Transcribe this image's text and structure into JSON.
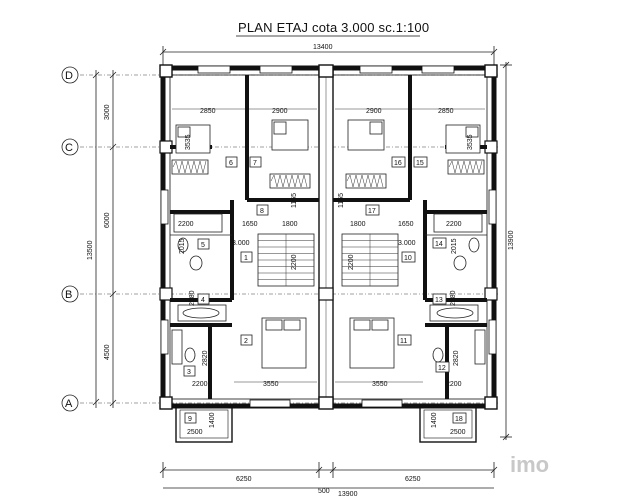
{
  "title": "PLAN ETAJ cota 3.000  sc.1:100",
  "axes": [
    "D",
    "C",
    "B",
    "A"
  ],
  "dims_top": {
    "overall": "13400"
  },
  "dims_bottom": {
    "left": "6250",
    "right": "6250",
    "middle": "500",
    "overall": "13900"
  },
  "dims_left": {
    "d_c": "3000",
    "c_b": "6000",
    "b_a": "4500",
    "total": "13500"
  },
  "dims_right": {
    "total": "13900"
  },
  "rooms": [
    "1",
    "2",
    "3",
    "4",
    "5",
    "6",
    "7",
    "8",
    "9",
    "10",
    "11",
    "12",
    "13",
    "14",
    "15",
    "16",
    "17",
    "18"
  ],
  "interior_dims": {
    "w2850_l": "2850",
    "w2900_l": "2900",
    "w2900_r": "2900",
    "w2850_r": "2850",
    "w1650_l": "1650",
    "w1800_l": "1800",
    "w1800_r": "1800",
    "w1650_r": "1650",
    "w2200_l": "2200",
    "w2200_r": "2200",
    "w3550_l": "3550",
    "w3550_r": "3550",
    "w2200_bl": "2200",
    "w2200_br": "2200",
    "w2500_l": "2500",
    "w2500_r": "2500",
    "v1165_l": "1165",
    "v1165_r": "1165",
    "v2380_l": "2380",
    "v2380_r": "2380",
    "v2820_l": "2820",
    "v2820_r": "2820",
    "v1400_l": "1400",
    "v1400_r": "1400",
    "v3535_l": "3535",
    "v3535_r": "3535",
    "v2015_l": "2015",
    "v2015_r": "2015",
    "v2200_l": "2200",
    "v2200_r": "2200"
  },
  "levels": {
    "left": "3.000",
    "right": "3.000"
  },
  "watermark": "imo"
}
